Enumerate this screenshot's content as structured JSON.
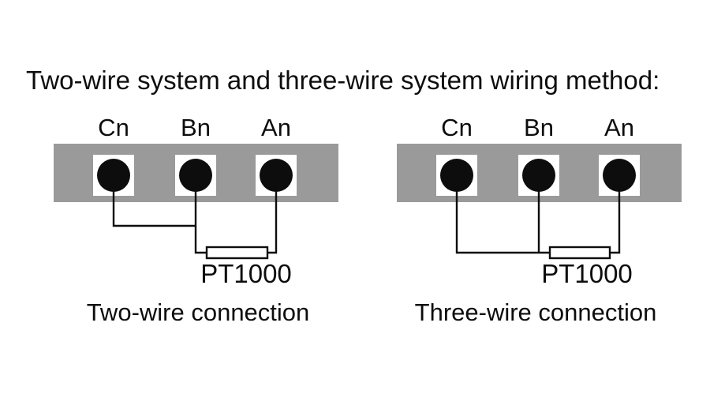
{
  "title": "Two-wire system and three-wire system wiring method:",
  "colors": {
    "bar_gray": "#9a9a9a",
    "line_black": "#0d0d0d",
    "background": "#ffffff"
  },
  "diagrams": [
    {
      "id": "two-wire",
      "terminals": [
        "Cn",
        "Bn",
        "An"
      ],
      "component_label": "PT1000",
      "caption": "Two-wire connection"
    },
    {
      "id": "three-wire",
      "terminals": [
        "Cn",
        "Bn",
        "An"
      ],
      "component_label": "PT1000",
      "caption": "Three-wire connection"
    }
  ]
}
